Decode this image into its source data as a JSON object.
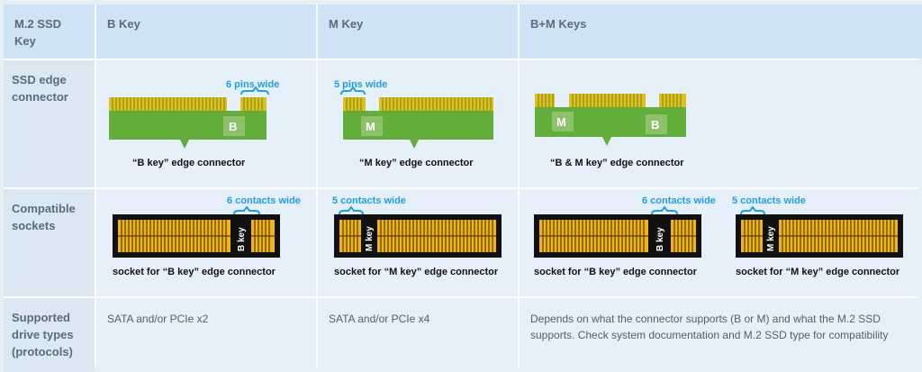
{
  "headers": {
    "col0": "M.2 SSD Key",
    "col1": "B Key",
    "col2": "M Key",
    "col3": "B+M Keys"
  },
  "rows": {
    "edge": "SSD edge connector",
    "sockets": "Compatible sockets",
    "protocols": "Supported drive types (protocols)"
  },
  "edge_connectors": {
    "b": {
      "dim_label": "6 pins wide",
      "key_letter": "B",
      "caption": "“B key” edge connector"
    },
    "m": {
      "dim_label": "5 pins wide",
      "key_letter": "M",
      "caption": "“M key” edge connector"
    },
    "bm": {
      "key_letter_m": "M",
      "key_letter_b": "B",
      "caption": "“B & M key” edge connector"
    }
  },
  "sockets": {
    "b": {
      "dim_label": "6 contacts wide",
      "key_label": "B key",
      "caption": "socket for “B key” edge connector"
    },
    "m": {
      "dim_label": "5 contacts wide",
      "key_label": "M key",
      "caption": "socket for “M key” edge connector"
    },
    "bm_b": {
      "dim_label": "6 contacts wide",
      "key_label": "B key",
      "caption": "socket for “B key” edge connector"
    },
    "bm_m": {
      "dim_label": "5 contacts wide",
      "key_label": "M key",
      "caption": "socket for “M key” edge connector"
    }
  },
  "protocols": {
    "b": "SATA and/or PCIe x2",
    "m": "SATA and/or PCIe x4",
    "bm": "Depends on what the connector supports (B or M) and what the M.2 SSD supports. Check system documentation and M.2 SSD type for compatibility"
  },
  "colors": {
    "pcb_green": "#63ad3a",
    "gold_pin": "#d7c21f",
    "bracket_blue": "#1ea0e0",
    "socket_black": "#111111",
    "socket_contact": "#f0b21a"
  }
}
